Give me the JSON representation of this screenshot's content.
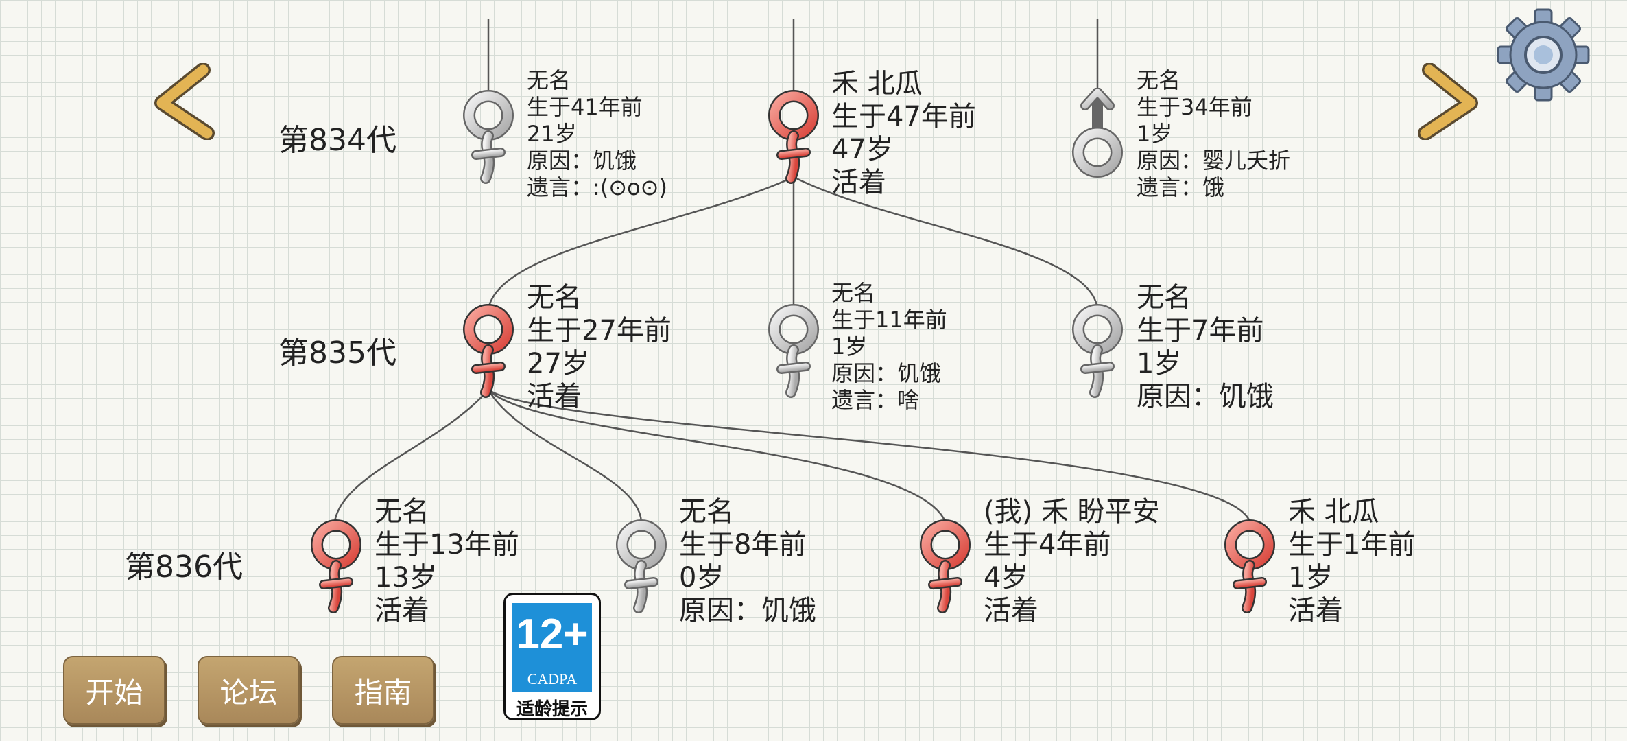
{
  "generations": [
    {
      "label": "第834代"
    },
    {
      "label": "第835代"
    },
    {
      "label": "第836代"
    }
  ],
  "people": [
    {
      "name": "无名",
      "born": "生于41年前",
      "age": "21岁",
      "status": "原因：饥饿",
      "lastwords": "遗言：:(⊙o⊙)",
      "alive": false,
      "sex": "female"
    },
    {
      "name": "禾 北瓜",
      "born": "生于47年前",
      "age": "47岁",
      "status": "活着",
      "lastwords": "",
      "alive": true,
      "sex": "female"
    },
    {
      "name": "无名",
      "born": "生于34年前",
      "age": "1岁",
      "status": "原因：婴儿夭折",
      "lastwords": "遗言：饿",
      "alive": false,
      "sex": "male"
    },
    {
      "name": "无名",
      "born": "生于27年前",
      "age": "27岁",
      "status": "活着",
      "lastwords": "",
      "alive": true,
      "sex": "female"
    },
    {
      "name": "无名",
      "born": "生于11年前",
      "age": "1岁",
      "status": "原因：饥饿",
      "lastwords": "遗言：啥",
      "alive": false,
      "sex": "female"
    },
    {
      "name": "无名",
      "born": "生于7年前",
      "age": "1岁",
      "status": "原因：饥饿",
      "lastwords": "",
      "alive": false,
      "sex": "female"
    },
    {
      "name": "无名",
      "born": "生于13年前",
      "age": "13岁",
      "status": "活着",
      "lastwords": "",
      "alive": true,
      "sex": "female"
    },
    {
      "name": "无名",
      "born": "生于8年前",
      "age": "0岁",
      "status": "原因：饥饿",
      "lastwords": "",
      "alive": false,
      "sex": "female"
    },
    {
      "name": "(我) 禾 盼平安",
      "born": "生于4年前",
      "age": "4岁",
      "status": "活着",
      "lastwords": "",
      "alive": true,
      "sex": "female"
    },
    {
      "name": "禾 北瓜",
      "born": "生于1年前",
      "age": "1岁",
      "status": "活着",
      "lastwords": "",
      "alive": true,
      "sex": "female"
    }
  ],
  "buttons": {
    "start": "开始",
    "forum": "论坛",
    "guide": "指南"
  },
  "rating": {
    "age": "12+",
    "org": "CADPA",
    "tip": "适龄提示"
  },
  "colors": {
    "alive_symbol": "#e8615a",
    "dead_symbol": "#c8c8c8",
    "button": "#b39364",
    "arrow": "#e3b454",
    "rating_blue": "#1e90d8"
  },
  "icons": {
    "prev": "chevron-left-icon",
    "next": "chevron-right-icon",
    "settings": "gear-icon"
  }
}
